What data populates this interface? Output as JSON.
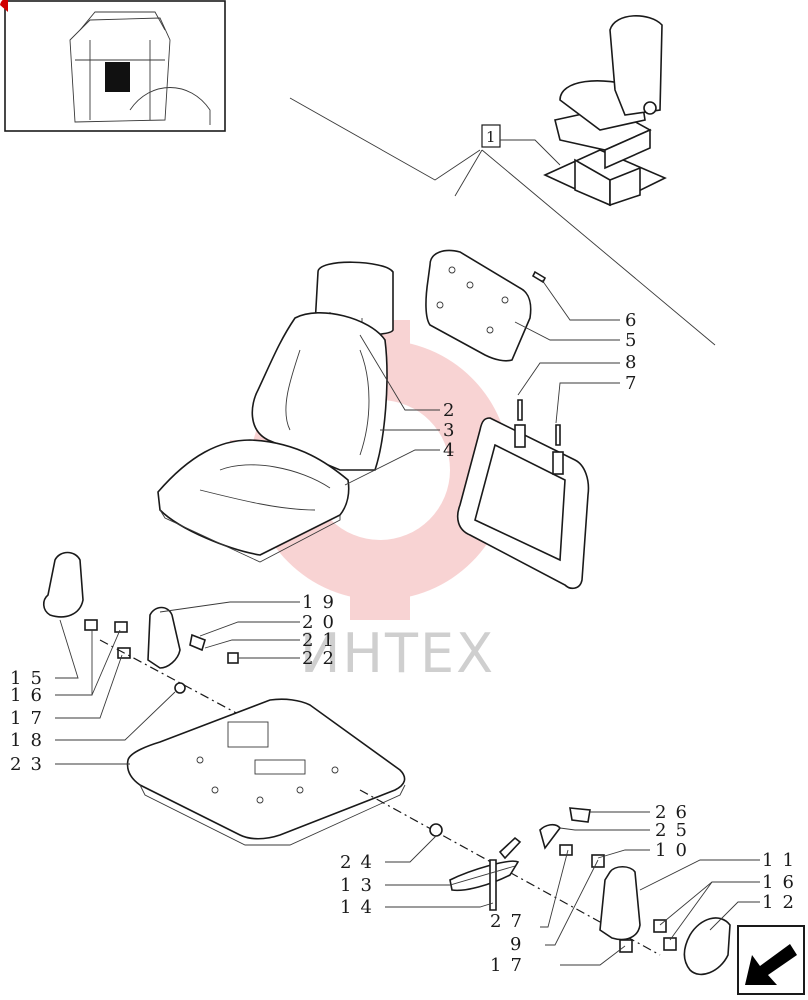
{
  "watermark": "ИНТЕХ",
  "reference_box": "1",
  "callouts": {
    "c6": "6",
    "c5": "5",
    "c8": "8",
    "c7": "7",
    "c2": "2",
    "c3": "3",
    "c4": "4",
    "c19": "19",
    "c20": "20",
    "c21": "21",
    "c22": "22",
    "c15": "15",
    "c16": "16",
    "c17": "17",
    "c18": "18",
    "c23": "23",
    "c26": "26",
    "c25": "25",
    "c10": "10",
    "c24": "24",
    "c13": "13",
    "c14": "14",
    "c11": "11",
    "c16b": "16",
    "c12": "12",
    "c27": "27",
    "c9": "9",
    "c17b": "17"
  },
  "colors": {
    "watermark_red": "#f0a0a0",
    "line": "#1a1a1a",
    "nav_icon": "#000000"
  },
  "icons": {
    "thumbnail": "tractor-cab-thumbnail",
    "navigation": "arrow-down-left-icon"
  }
}
